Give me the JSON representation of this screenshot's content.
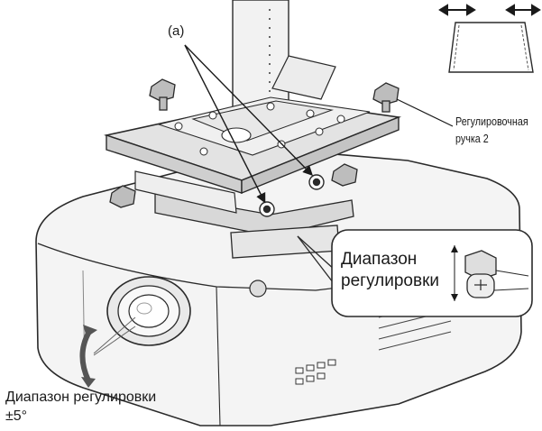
{
  "labels": {
    "callout_a": "(a)",
    "knob_2_line1": "Регулировочная",
    "knob_2_line2": "ручка 2",
    "zoom_range_line1": "Диапазон",
    "zoom_range_line2": "регулировки",
    "tilt_range_line1": "Диапазон регулировки",
    "tilt_range_line2": "±5°"
  },
  "colors": {
    "outline": "#2a2a2a",
    "projector_body": "#f4f4f4",
    "mount_plate": "#e3e3e3",
    "background": "#ffffff"
  }
}
